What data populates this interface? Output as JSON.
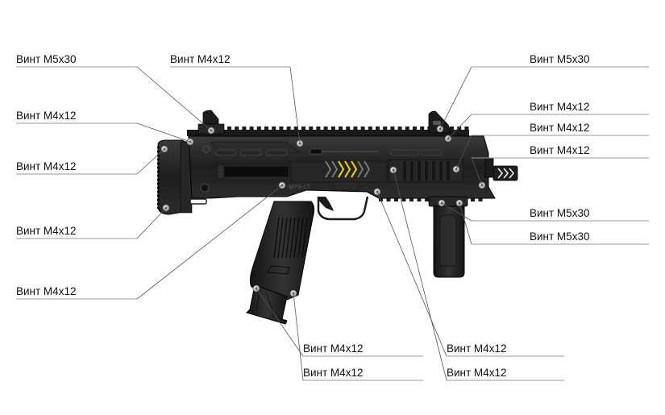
{
  "diagram": {
    "subject": "MP9-LT submachine gun screw locations",
    "engraving": "MP9-LT",
    "accent_color": "#f2d21a",
    "body_color": "#1f1f1f",
    "callouts": [
      {
        "id": "stock-top-sight",
        "label": "Винт M5x30"
      },
      {
        "id": "receiver-top-mid",
        "label": "Винт M4x12"
      },
      {
        "id": "front-sight",
        "label": "Винт M5x30"
      },
      {
        "id": "stock-hinge",
        "label": "Винт M4x12"
      },
      {
        "id": "front-top-rail",
        "label": "Винт M4x12"
      },
      {
        "id": "handguard-rail",
        "label": "Винт M4x12"
      },
      {
        "id": "stock-top",
        "label": "Винт M4x12"
      },
      {
        "id": "muzzle",
        "label": "Винт M4x12"
      },
      {
        "id": "grip-front",
        "label": "Винт M5x30"
      },
      {
        "id": "grip-rear",
        "label": "Винт M5x30"
      },
      {
        "id": "stock-bottom",
        "label": "Винт M4x12"
      },
      {
        "id": "receiver-lower",
        "label": "Винт M4x12"
      },
      {
        "id": "pistol-grip-bottom",
        "label": "Винт M4x12"
      },
      {
        "id": "handguard-lower",
        "label": "Винт M4x12"
      },
      {
        "id": "pistol-grip-rear",
        "label": "Винт M4x12"
      },
      {
        "id": "trigger-guard",
        "label": "Винт M4x12"
      }
    ]
  }
}
